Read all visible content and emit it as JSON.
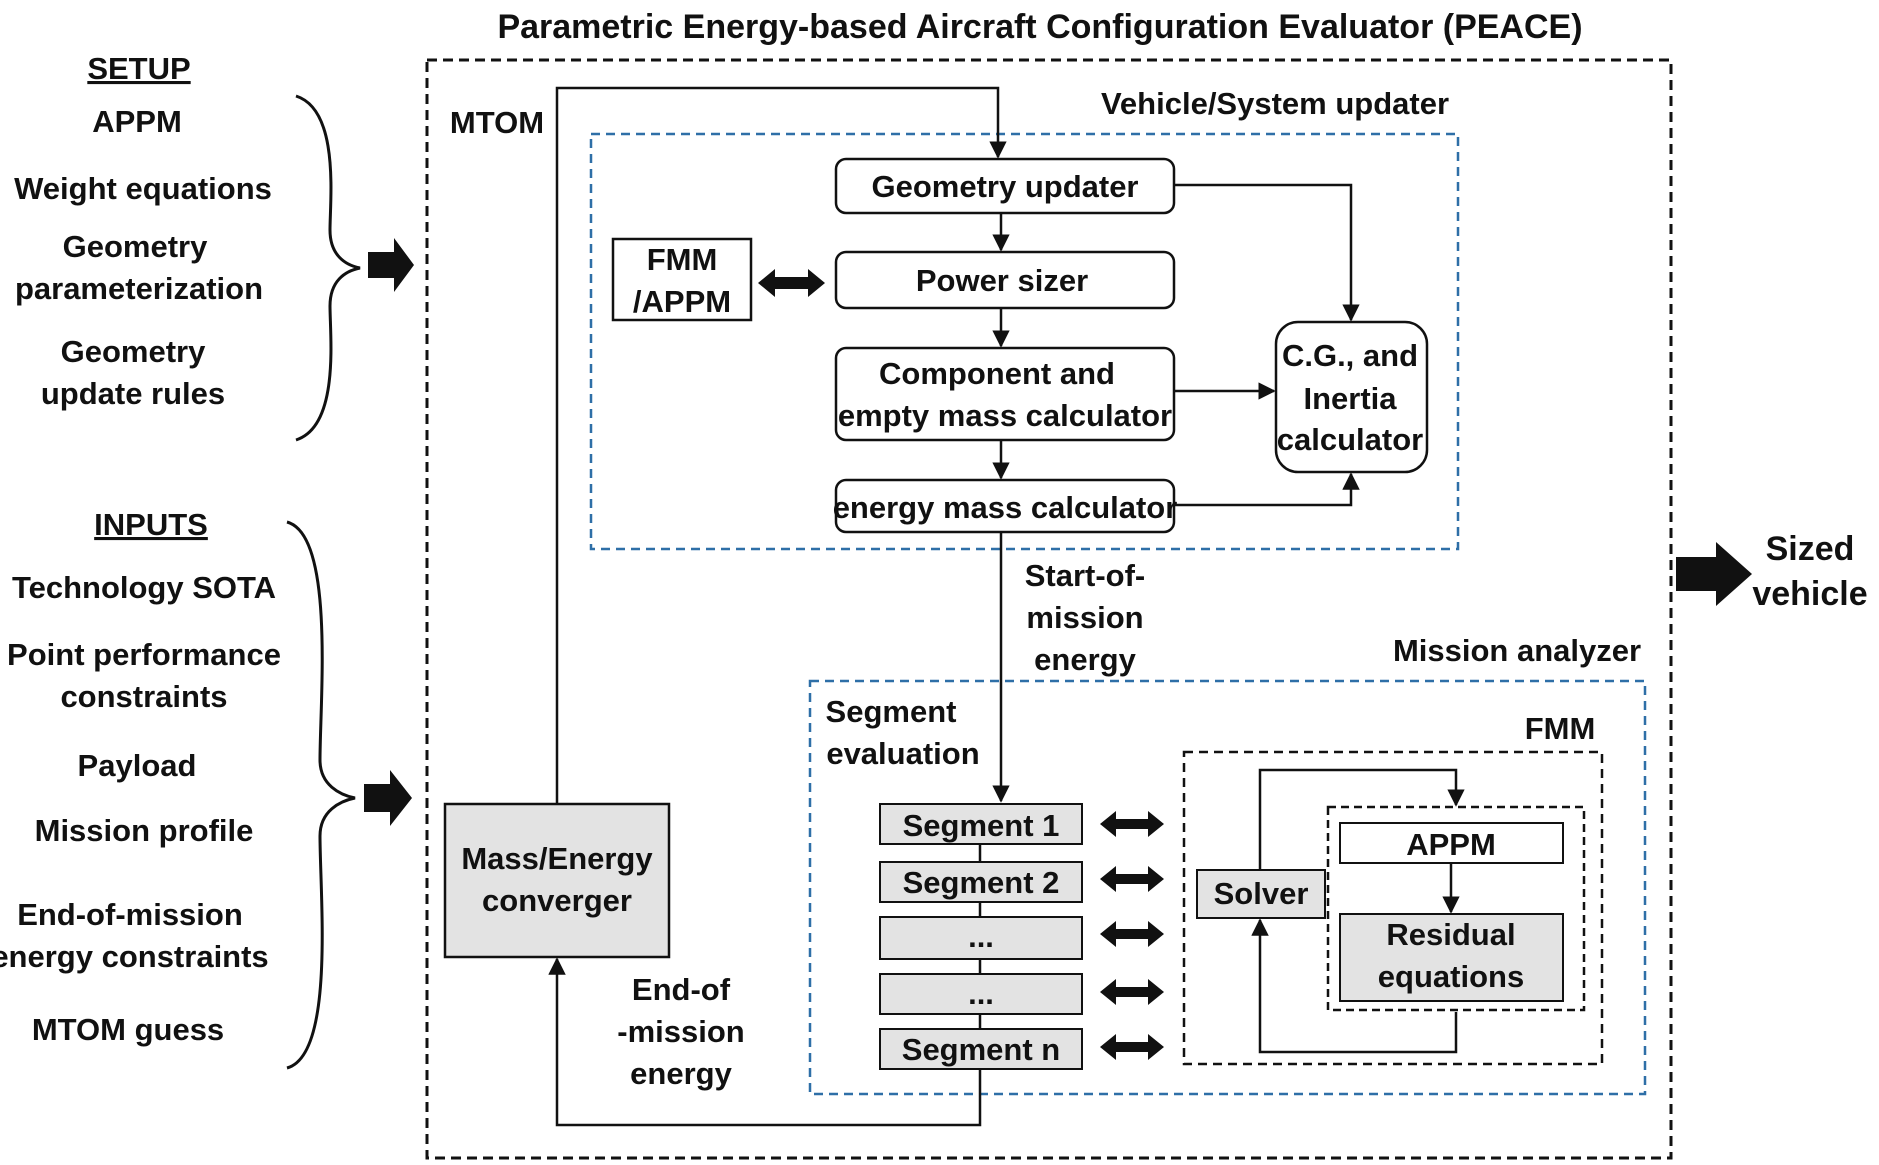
{
  "title": "Parametric Energy-based Aircraft Configuration Evaluator (PEACE)",
  "setup": {
    "heading": "SETUP",
    "items": [
      "APPM",
      "Weight equations",
      "Geometry",
      "parameterization",
      "Geometry",
      "update rules"
    ]
  },
  "inputs": {
    "heading": "INPUTS",
    "items": [
      "Technology SOTA",
      "Point performance",
      "constraints",
      "Payload",
      "Mission profile",
      "End-of-mission",
      "energy constraints",
      "MTOM guess"
    ]
  },
  "mtom_label": "MTOM",
  "vehicle_updater": {
    "title": "Vehicle/System updater",
    "geometry_updater": "Geometry updater",
    "power_sizer": "Power sizer",
    "component_mass": [
      "Component and",
      "empty mass calculator"
    ],
    "energy_mass": "energy mass calculator",
    "fmm_appm": [
      "FMM",
      "/APPM"
    ],
    "cg_inertia": [
      "C.G., and",
      "Inertia",
      "calculator"
    ]
  },
  "start_of_mission": [
    "Start-of-",
    "mission",
    "energy"
  ],
  "mission_analyzer": {
    "title": "Mission analyzer",
    "segment_evaluation": [
      "Segment",
      "evaluation"
    ],
    "segments": [
      "Segment 1",
      "Segment 2",
      "...",
      "...",
      "Segment n"
    ],
    "fmm_title": "FMM",
    "solver": "Solver",
    "appm": "APPM",
    "residual": [
      "Residual",
      "equations"
    ]
  },
  "converger": [
    "Mass/Energy",
    "converger"
  ],
  "end_of_mission": [
    "End-of",
    "-mission",
    "energy"
  ],
  "output": [
    "Sized",
    "vehicle"
  ],
  "colors": {
    "outer_border": "#111111",
    "section_border": "#2e6fa7",
    "gray_box": "#e3e3e3",
    "line": "#111111"
  }
}
